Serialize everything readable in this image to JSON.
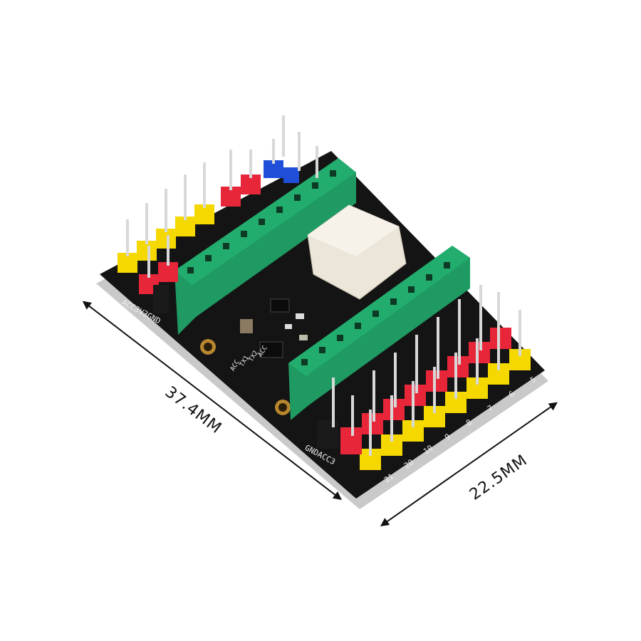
{
  "product": {
    "description": "Pin breakout expansion board with two female headers, JST connector and colored male pin headers",
    "colors": {
      "pcb": "#141414",
      "pcb_edge": "#c8c8c8",
      "female_header": "#1e9a62",
      "pin_yellow": "#f5d800",
      "pin_red": "#e8263a",
      "pin_blue": "#1f4fd8",
      "pin_black": "#1a1a1a",
      "jst_connector": "#ece6da",
      "pin_metal": "#d8d8d8"
    }
  },
  "dimensions": {
    "length_label": "37.4MM",
    "width_label": "22.5MM"
  },
  "silkscreen": {
    "left_header_label": "ACC3V3GND",
    "bottom_header_label": "GNDACC3",
    "pin_numbers": [
      "21",
      "20",
      "10",
      "9",
      "8",
      "7",
      "6",
      "5"
    ],
    "center_labels": [
      "ACC",
      "TX1",
      "TX2",
      "ACC"
    ]
  }
}
